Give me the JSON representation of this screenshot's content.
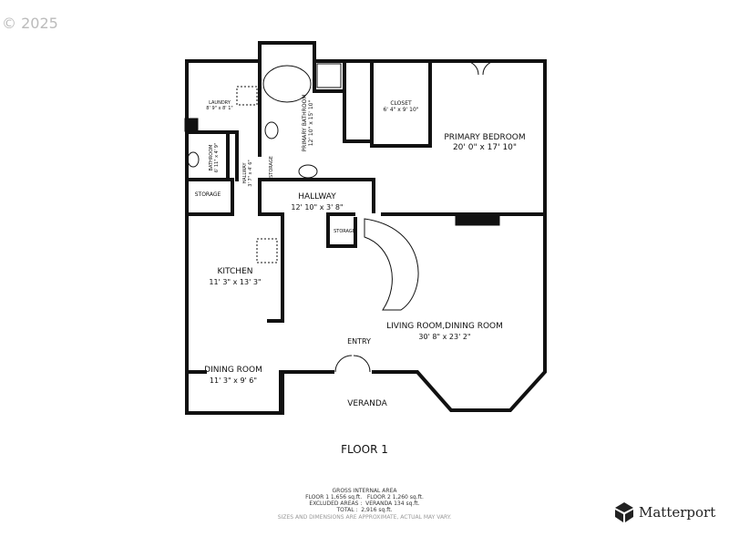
{
  "copyright": "© 2025",
  "rooms": {
    "primary_bedroom": {
      "name": "PRIMARY BEDROOM",
      "dims": "20' 0\" x 17' 10\""
    },
    "closet": {
      "name": "CLOSET",
      "dims": "6' 4\" x 9' 10\""
    },
    "primary_bathroom": {
      "name": "PRIMARY BATHROOM",
      "dims": "12' 10\" x 15' 10\""
    },
    "laundry": {
      "name": "LAUNDRY",
      "dims": "8' 9\" x 8' 1\""
    },
    "bathroom": {
      "name": "BATHROOM",
      "dims": "6' 11\" x 4' 9\""
    },
    "hallway_small": {
      "name": "HALLWAY",
      "dims": "3' 7\" x 4' 6\""
    },
    "storage_small": {
      "name": "STORAGE"
    },
    "storage_left": {
      "name": "STORAGE"
    },
    "storage_stairs": {
      "name": "STORAGE"
    },
    "hallway": {
      "name": "HALLWAY",
      "dims": "12' 10\" x 3' 8\""
    },
    "kitchen": {
      "name": "KITCHEN",
      "dims": "11' 3\" x 13' 3\""
    },
    "dining_room": {
      "name": "DINING ROOM",
      "dims": "11' 3\" x 9' 6\""
    },
    "living_dining": {
      "name": "LIVING ROOM,DINING ROOM",
      "dims": "30' 8\" x 23' 2\""
    },
    "entry": {
      "name": "ENTRY"
    },
    "veranda": {
      "name": "VERANDA"
    }
  },
  "floor_label": "FLOOR 1",
  "area_summary": {
    "title": "GROSS INTERNAL AREA",
    "floors": "FLOOR 1 1,656 sq.ft.   FLOOR 2 1,260 sq.ft.",
    "excluded": "EXCLUDED AREAS :  VERANDA 134 sq.ft.",
    "total": "TOTAL :  2,916 sq.ft.",
    "disclaimer": "SIZES AND DIMENSIONS ARE APPROXIMATE, ACTUAL MAY VARY."
  },
  "brand": "Matterport"
}
